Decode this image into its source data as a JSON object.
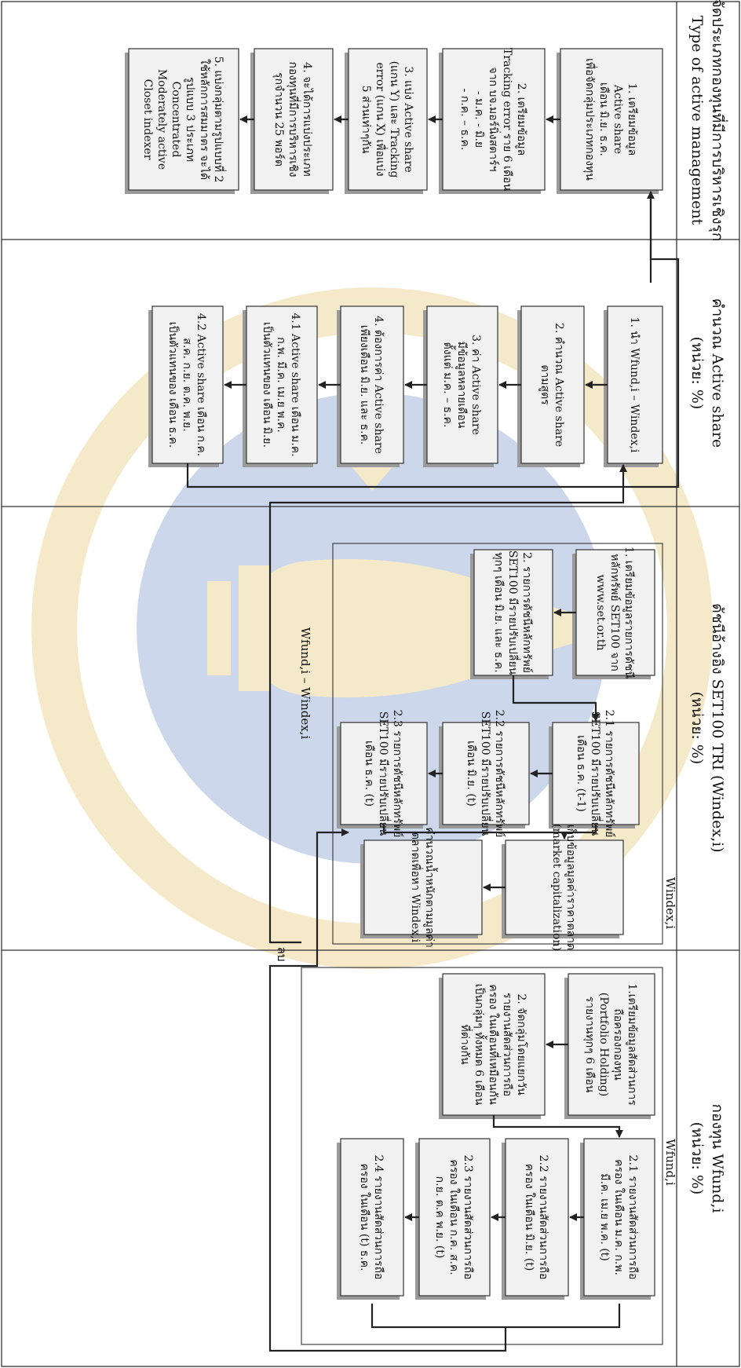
{
  "columns": {
    "fund": {
      "title": "กองทุน Wfund,i",
      "unit": "(หน่วย: %)"
    },
    "index": {
      "title": "ดัชนีอ้างอิง SET100 TRI (Windex,i)",
      "unit": "(หน่วย: %)"
    },
    "calc": {
      "title": "คำนวณ Active share",
      "unit": "(หน่วย: %)"
    },
    "type": {
      "title": "จัดประเภทกองทุนที่มีการบริหารเชิงรุก",
      "subtitle": "Type of active management"
    }
  },
  "fund_boxes": {
    "b1": [
      "1.เตรียมข้อมูลสัดส่วนการ",
      "ถือครองกองทุน",
      "(Portfolio Holding)",
      "รายงานทุกๆ 6 เดือน"
    ],
    "b2": [
      "2. จัดกลุ่มโดยแยกวัน",
      "รายงานสัดส่วนการถือ",
      "ครอง ในเดือนที่เหมือนกัน",
      "เป็นกลุ่มๆ ทั้งหมด 6 เดือน",
      "ที่ต่างกัน"
    ],
    "group_label": "Wfund,i",
    "b21": [
      "2.1 รายงานสัดส่วนการถือ",
      "ครอง ในเดือน ม.ค. ก.พ.",
      "มี.ค. เม.ย พ.ค. (t)"
    ],
    "b22": [
      "2.2 รายงานสัดส่วนการถือ",
      "ครอง ในเดือน มิ.ย. (t)"
    ],
    "b23": [
      "2.3 รายงานสัดส่วนการถือ",
      "ครอง ในเดือน ก.ค. ส.ค.",
      "ก.ย. ต.ค พ.ย. (t)"
    ],
    "b24": [
      "2.4 รายงานสัดส่วนการถือ",
      "ครอง ในเดือน (t) ธ.ค."
    ]
  },
  "minus_label": "ลบ",
  "index_boxes": {
    "b1": [
      "1. เตรียมข้อมูลรายการดัชนี",
      "หลักทรัพย์ SET100 จาก",
      "www.set.or.th"
    ],
    "b2": [
      "2. รายการดัชนีหลักทรัพย์",
      "SET100 มีรายปรับเปลี่ยน",
      "ทุกๆ เดือน มิ.ย. และ ธ.ค."
    ],
    "group_label": "Windex,i",
    "diff_label": "Wfund,i – Windex,i",
    "b21": [
      "2.1 รายการดัชนีหลักทรัพย์",
      "SET100 มีรายปรับเปลี่ยน",
      "เดือน ธ.ค. (t-1)"
    ],
    "b22": [
      "2.2 รายการดัชนีหลักทรัพย์",
      "SET100 มีรายปรับเปลี่ยน",
      "เดือน มิ.ย. (t)"
    ],
    "b23": [
      "2.3 รายการดัชนีหลักทรัพย์",
      "SET100 มีรายปรับเปลี่ยน",
      "เดือน ธ.ค. (t)"
    ],
    "mc": [
      "เก็บข้อมูลมูลค่าราคาตลาด",
      "(market capitalization)"
    ],
    "wt": [
      "คำนวณน้ำหนักตามมูลค่า",
      "ตลาดเพื่อหา Windex,i"
    ]
  },
  "calc_boxes": {
    "b1": [
      "1. นำ Wfund,i – Windex,i"
    ],
    "b2": [
      "2. คำนวณ Active share",
      "ตามสูตร"
    ],
    "b3": [
      "3. ค่า Active share",
      "มีข้อมูลหลายเดือน",
      "ตั้งแต่ ม.ค. – ธ.ค."
    ],
    "b4": [
      "4. ต้องการค่า Active share",
      "เพียงเดือน มิ.ย. และ ธ.ค."
    ],
    "b41": [
      "4.1 Active share เดือน ม.ค.",
      "ก.พ. มี.ค. เม.ย พ.ค.",
      "เป็นตัวแทนของ เดือน มิ.ย."
    ],
    "b42": [
      "4.2 Active share เดือน ก.ค.",
      "ส.ค. ก.ย. ต.ค. พ.ย.",
      "เป็นตัวแทนของ เดือน ธ.ค."
    ]
  },
  "type_boxes": {
    "b1": [
      "1. เตรียมข้อมูล",
      "Active share",
      "เดือน มิ.ย. ธ.ค.",
      "เพื่อจัดกลุ่มประเภทกองทุน"
    ],
    "b2": [
      "2. เตรียมข้อมูล",
      "Tracking error ราย 6 เดือน",
      "จาก บจ.มอร์นิ่งสตาร์ฯ",
      "- ม.ค. - มิ.ย",
      "- ก.ค. – ธ.ค."
    ],
    "b3": [
      "3. แบ่ง Active share",
      "(แกน Y) และ Tracking",
      "error (แกน X) เพื่อแบ่ง",
      "5 ส่วนเท่าๆกัน"
    ],
    "b4": [
      "4. จะได้การแบ่งประเภท",
      "กองทุนที่มีการบริหารเชิง",
      "รุกจำนวน 25 พอร์ต"
    ],
    "b5": [
      "5. แบ่งกลุ่มตามรูปแบบที่ 2",
      "ใช้หลักการสมมาตร จะได้",
      "รูปแบบ 3 ประเภท",
      "Concentrated",
      "Moderately active",
      "Closet indexer"
    ]
  },
  "colors": {
    "box_fill": "#f1f1f1",
    "shadow": "#9a9a9a",
    "line": "#222222",
    "watermark_gold": "#e8cf8a",
    "watermark_blue": "#8fa7d3"
  }
}
